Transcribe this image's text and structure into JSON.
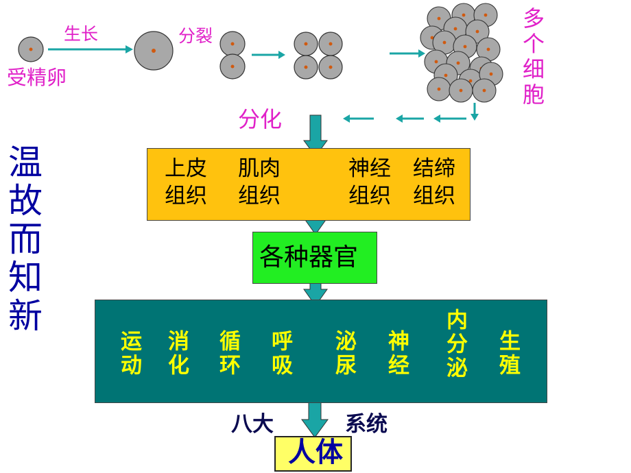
{
  "cell_stage": {
    "fertilized_egg": "受精卵",
    "growth": "生长",
    "division": "分裂",
    "many_cells": "多个细胞",
    "differentiation": "分化"
  },
  "review": "温故而知新",
  "tissues": [
    {
      "name": "上皮",
      "suffix": "组织"
    },
    {
      "name": "肌肉",
      "suffix": "组织"
    },
    {
      "name": "神经",
      "suffix": "组织"
    },
    {
      "name": "结缔",
      "suffix": "组织"
    }
  ],
  "organs": "各种器官",
  "systems": [
    "运动",
    "消化",
    "循环",
    "呼吸",
    "泌尿",
    "神经",
    "内分泌",
    "生殖"
  ],
  "eight_major": "八大",
  "system_word": "系统",
  "human_body": "人体",
  "colors": {
    "cell_fill": "#a8a8a8",
    "nucleus": "#d05a10",
    "arrow": "#1aa5a5",
    "tissue_box": "#ffc20e",
    "organ_box": "#22ee22",
    "system_box": "#007474",
    "system_text": "#ffff00",
    "body_box": "#ffff66",
    "magenta": "#e020c8",
    "title_blue": "#0000a0"
  }
}
